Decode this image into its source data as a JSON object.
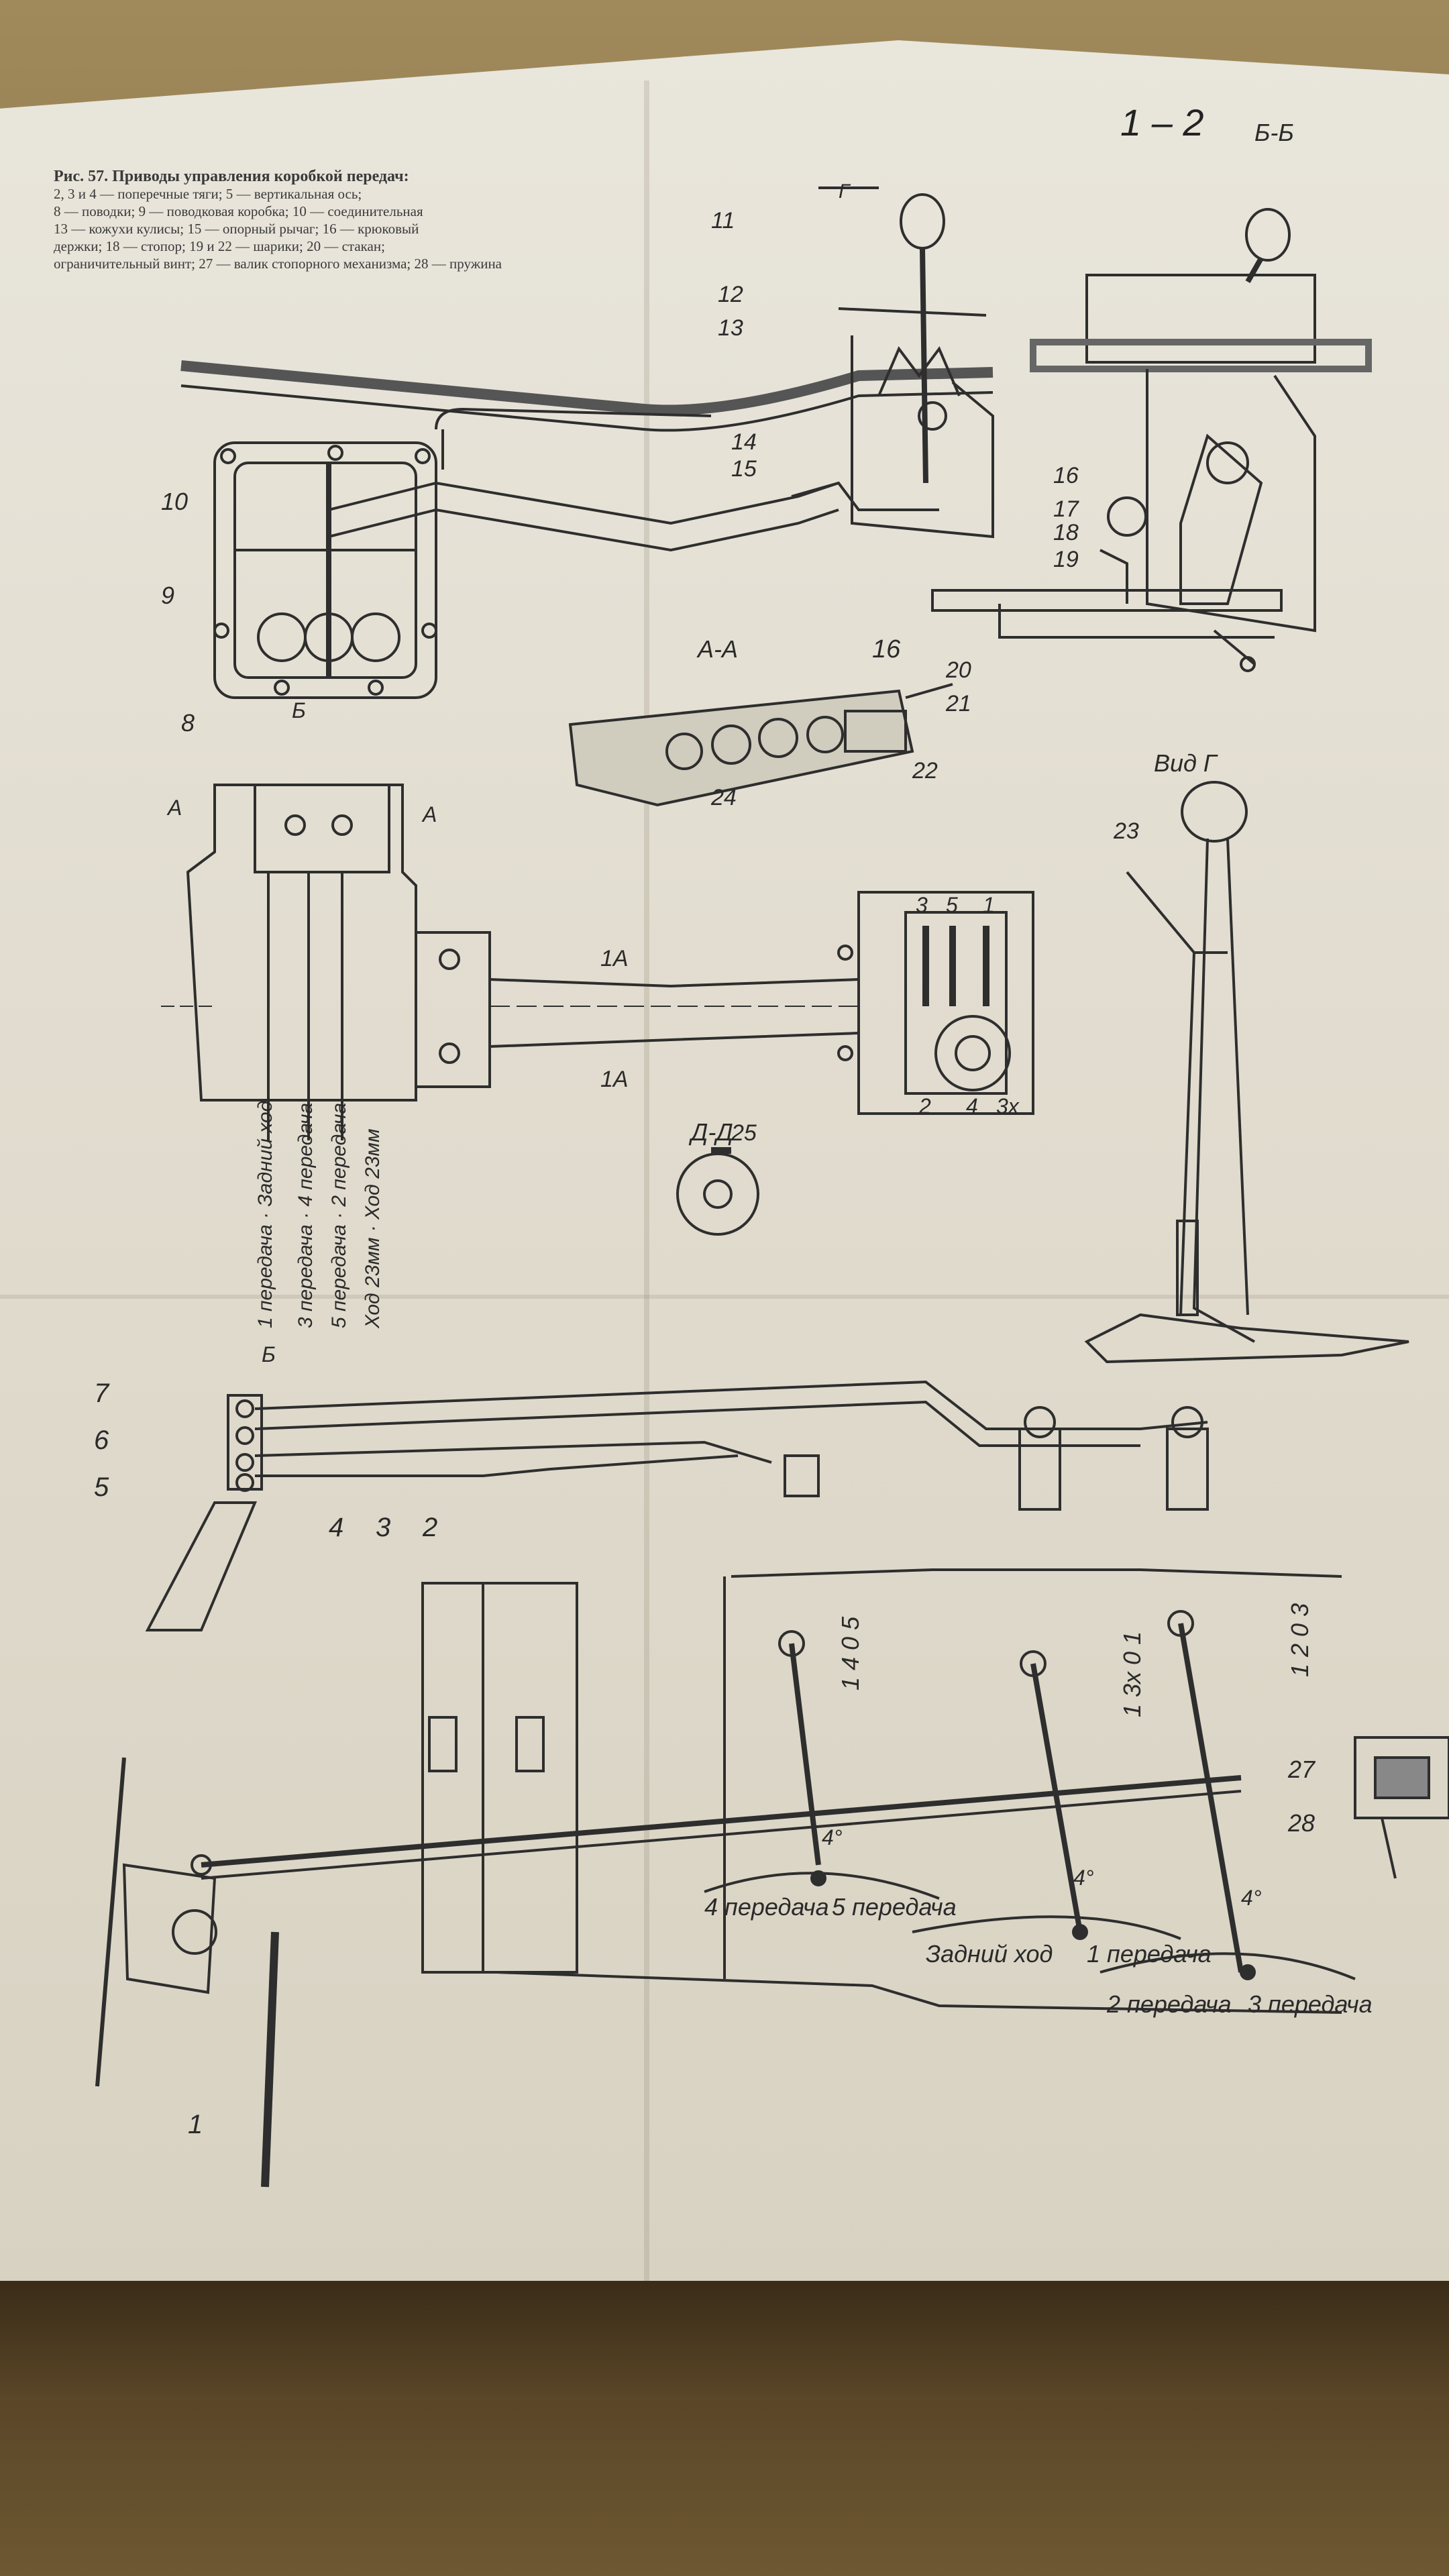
{
  "caption": {
    "title": "Рис. 57. Приводы управления коробкой передач:",
    "lines": [
      "2, 3 и 4 — поперечные тяги; 5 — вертикальная ось;",
      "8 — поводки; 9 — поводковая коробка; 10 — соединительная",
      "13 — кожухи кулисы; 15 — опорный рычаг; 16 — крюковый",
      "держки; 18 — стопор; 19 и 22 — шарики; 20 — стакан;",
      "ограничительный винт; 27 — валик стопорного механизма; 28 — пружина"
    ]
  },
  "page_number": "1 – 2",
  "section_labels": {
    "bb": "Б-Б",
    "aa": "А-А",
    "dd": "Д-Д",
    "view_g": "Вид Г",
    "cut_a1": "А",
    "cut_a2": "А",
    "cut_b_top": "Б",
    "cut_b_bottom": "Б",
    "cut_1a_top": "1А",
    "cut_1a_bottom": "1А",
    "g_marker": "Г"
  },
  "part_numbers": {
    "n1": "1",
    "n2": "2",
    "n3": "3",
    "n4": "4",
    "n5": "5",
    "n6": "6",
    "n7": "7",
    "n8": "8",
    "n9": "9",
    "n10": "10",
    "n11": "11",
    "n12": "12",
    "n13": "13",
    "n14": "14",
    "n15": "15",
    "n16": "16",
    "n17": "17",
    "n18": "18",
    "n19": "19",
    "n20": "20",
    "n21": "21",
    "n22": "22",
    "n23": "23",
    "n24": "24",
    "n25": "25",
    "n27": "27",
    "n28": "28"
  },
  "shift_pattern": {
    "top": [
      "3",
      "5",
      "1"
    ],
    "bottom": [
      "2",
      "4",
      "3х"
    ]
  },
  "vertical_labels": {
    "col1": "1 передача · Задний ход",
    "col2": "3 передача · 4 передача",
    "col3": "5 передача · 2 передача",
    "col4": "Ход 23мм · Ход 23мм"
  },
  "lever_pos": {
    "lever1": "1 4 0 5",
    "lever2": "1 3х 0 1",
    "lever3": "1 2 0 3",
    "angle": "4°"
  },
  "gear_labels": {
    "g4": "4 передача",
    "g5": "5 передача",
    "rev": "Задний ход",
    "g1": "1 передача",
    "g2": "2 передача",
    "g3": "3 передача"
  }
}
